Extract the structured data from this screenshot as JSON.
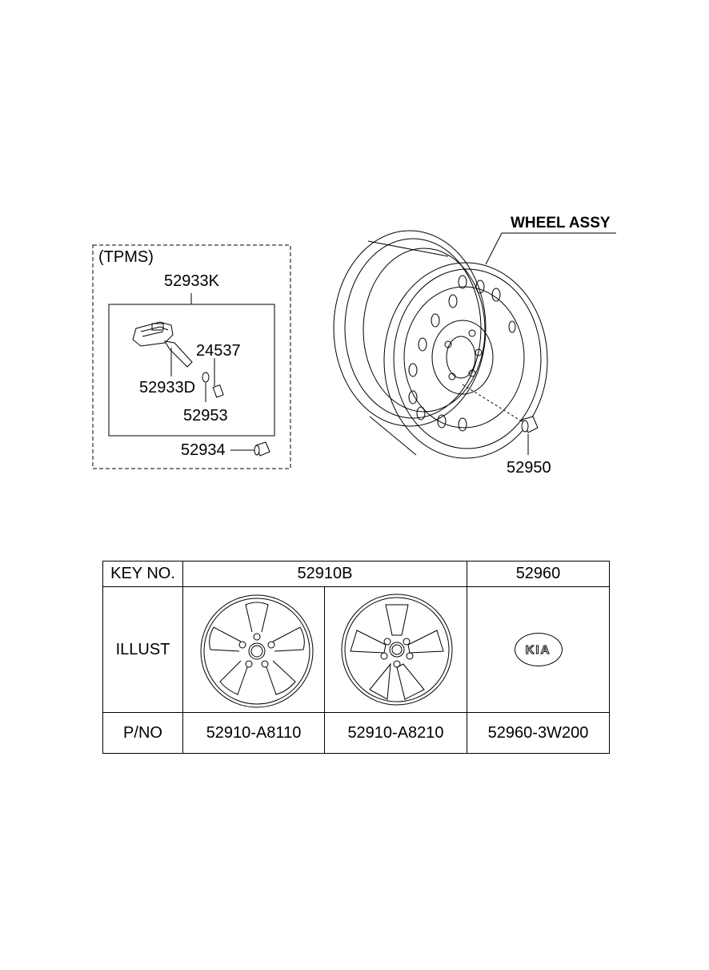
{
  "diagram": {
    "wheel_assy_label": "WHEEL ASSY",
    "tpms_label": "(TPMS)",
    "parts": {
      "p52933K": "52933K",
      "p24537": "24537",
      "p52933D": "52933D",
      "p52953": "52953",
      "p52934": "52934",
      "p52950": "52950"
    }
  },
  "table": {
    "key_no_label": "KEY NO.",
    "illust_label": "ILLUST",
    "pno_label": "P/NO",
    "col_52910b": "52910B",
    "col_52960": "52960",
    "pno_1": "52910-A8110",
    "pno_2": "52910-A8210",
    "pno_3": "52960-3W200",
    "logo_text": "KIA"
  }
}
